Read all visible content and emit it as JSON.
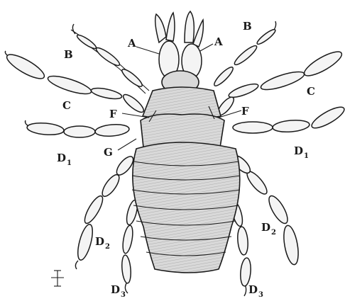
{
  "figure": {
    "labels": {
      "A_left": "A",
      "A_right": "A",
      "B_left": "B",
      "B_right": "B",
      "C_left": "C",
      "C_right": "C",
      "F_left": "F",
      "F_right": "F",
      "G": "G",
      "D1_left": {
        "main": "D",
        "sub": "1"
      },
      "D1_right": {
        "main": "D",
        "sub": "1"
      },
      "D2_left": {
        "main": "D",
        "sub": "2"
      },
      "D2_right": {
        "main": "D",
        "sub": "2"
      },
      "D3_left": {
        "main": "D",
        "sub": "3"
      },
      "D3_right": {
        "main": "D",
        "sub": "3"
      }
    },
    "colors": {
      "ink": "#1a1a1a",
      "paper": "#ffffff",
      "shade": "#d9d9d9"
    }
  }
}
